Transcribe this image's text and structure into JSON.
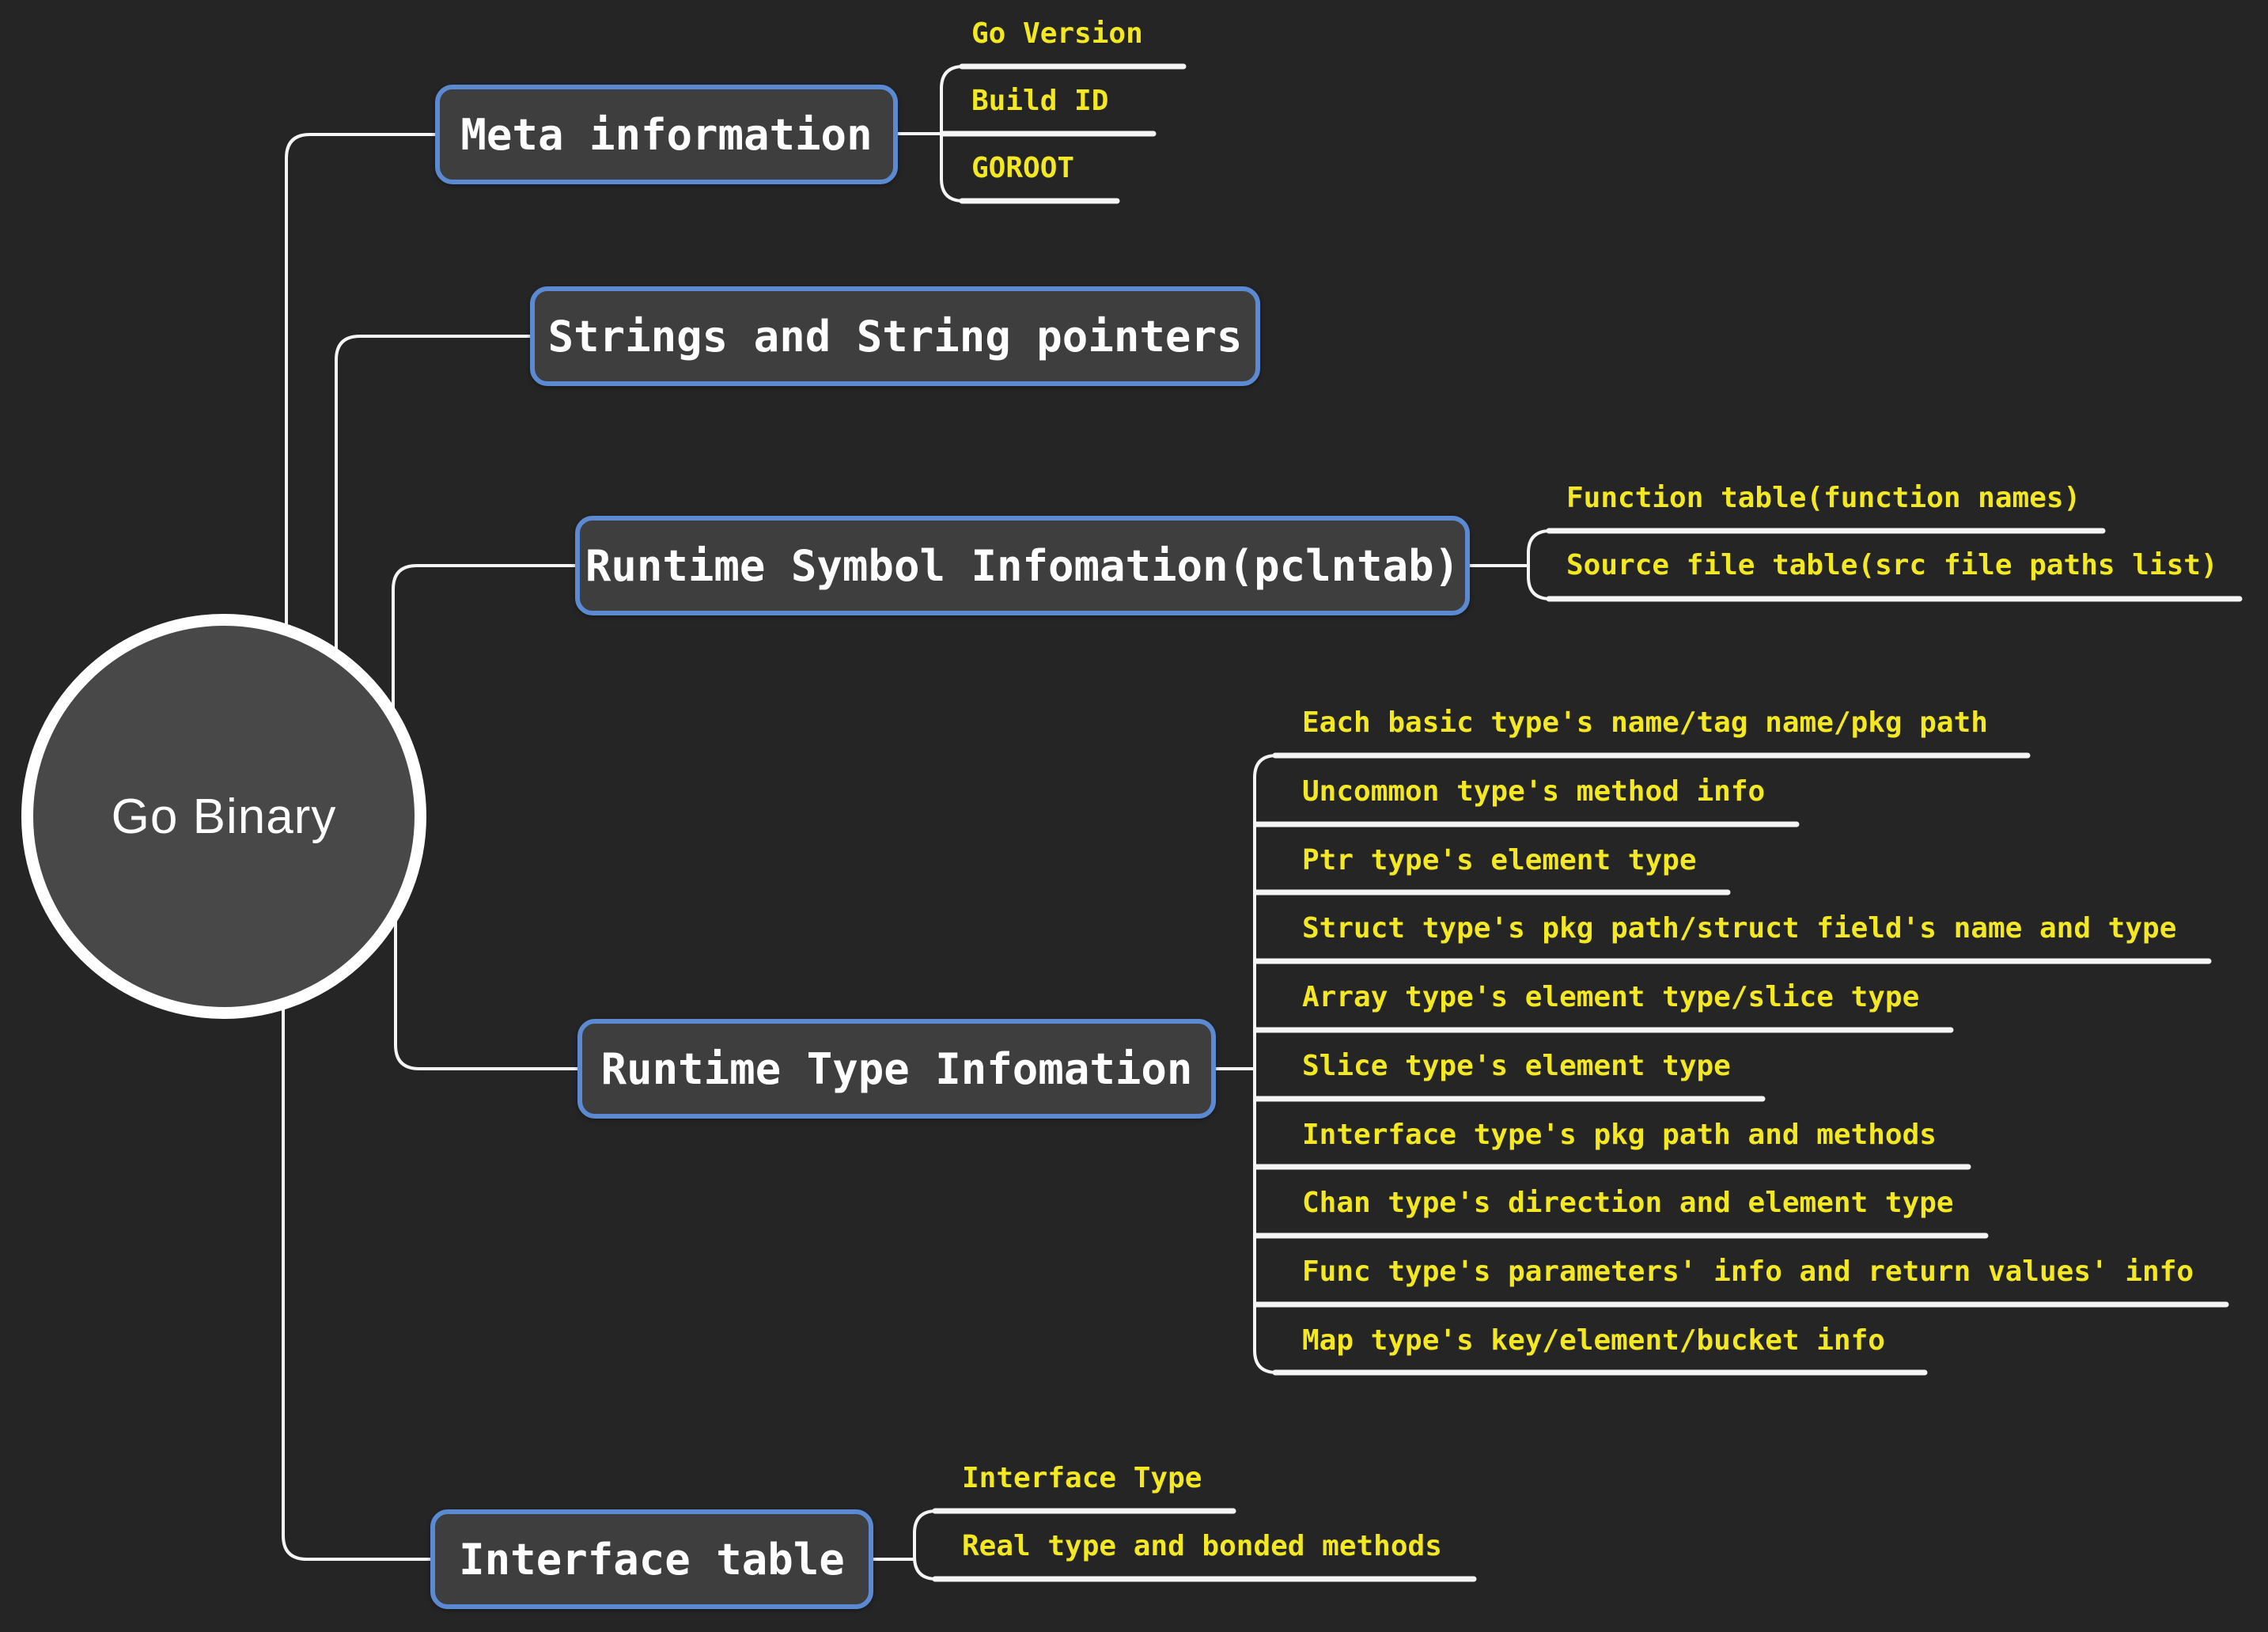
{
  "root": {
    "label": "Go Binary"
  },
  "colors": {
    "background": "#252525",
    "node_fill": "#3e3e3e",
    "node_border_blue": "#5b8ad2",
    "node_text": "#ffffff",
    "leaf_text_yellow": "#f3e821",
    "connector_line": "#f5f5f5",
    "root_ring": "#ffffff"
  },
  "branches": [
    {
      "label": "Meta information",
      "children": [
        "Go Version",
        "Build ID",
        "GOROOT"
      ]
    },
    {
      "label": "Strings and String pointers",
      "children": []
    },
    {
      "label": "Runtime Symbol Infomation(pclntab)",
      "children": [
        "Function table(function names)",
        "Source file table(src file paths list)"
      ]
    },
    {
      "label": "Runtime Type Infomation",
      "children": [
        "Each basic type's name/tag name/pkg path",
        "Uncommon type's method info",
        "Ptr type's element type",
        "Struct type's pkg path/struct field's name and type",
        "Array type's element type/slice type",
        "Slice type's element type",
        "Interface type's pkg path and methods",
        "Chan type's direction and element type",
        "Func type's parameters' info and return values' info",
        "Map type's key/element/bucket info"
      ]
    },
    {
      "label": "Interface table",
      "children": [
        "Interface Type",
        "Real type and bonded methods"
      ]
    }
  ]
}
